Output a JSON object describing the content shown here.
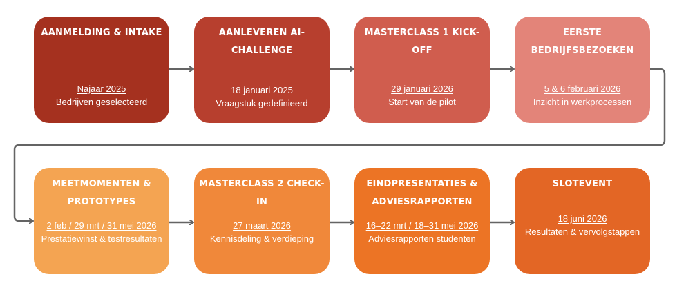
{
  "colors": {
    "connector": "#646464",
    "step1": "#A5311F",
    "step2": "#B73F2E",
    "step3": "#D05D4E",
    "step4": "#E38479",
    "step5": "#F4A452",
    "step6": "#F0883A",
    "step7": "#EC7425",
    "step8": "#E36625"
  },
  "steps": [
    {
      "title": "AANMELDING & INTAKE",
      "date": "Najaar 2025",
      "description": "Bedrijven geselecteerd"
    },
    {
      "title": "AANLEVEREN AI-CHALLENGE",
      "date": "18 januari 2025",
      "description": "Vraagstuk gedefinieerd"
    },
    {
      "title": "MASTERCLASS 1 KICK-OFF",
      "date": "29 januari 2026",
      "description": "Start van de pilot"
    },
    {
      "title": "EERSTE BEDRIJFSBEZOEKEN",
      "date": "5 & 6 februari 2026",
      "description": "Inzicht in werkprocessen"
    },
    {
      "title": "MEETMOMENTEN & PROTOTYPES",
      "date": "2 feb / 29 mrt / 31 mei 2026",
      "description": "Prestatiewinst & testresultaten"
    },
    {
      "title": "MASTERCLASS 2 CHECK-IN",
      "date": "27 maart 2026",
      "description": "Kennisdeling & verdieping"
    },
    {
      "title": "EINDPRESENTATIES & ADVIESRAPPORTEN",
      "date": "16–22 mrt / 18–31 mei 2026",
      "description": "Adviesrapporten studenten"
    },
    {
      "title": "SLOTEVENT",
      "date": "18 juni 2026",
      "description": "Resultaten & vervolgstappen"
    }
  ]
}
